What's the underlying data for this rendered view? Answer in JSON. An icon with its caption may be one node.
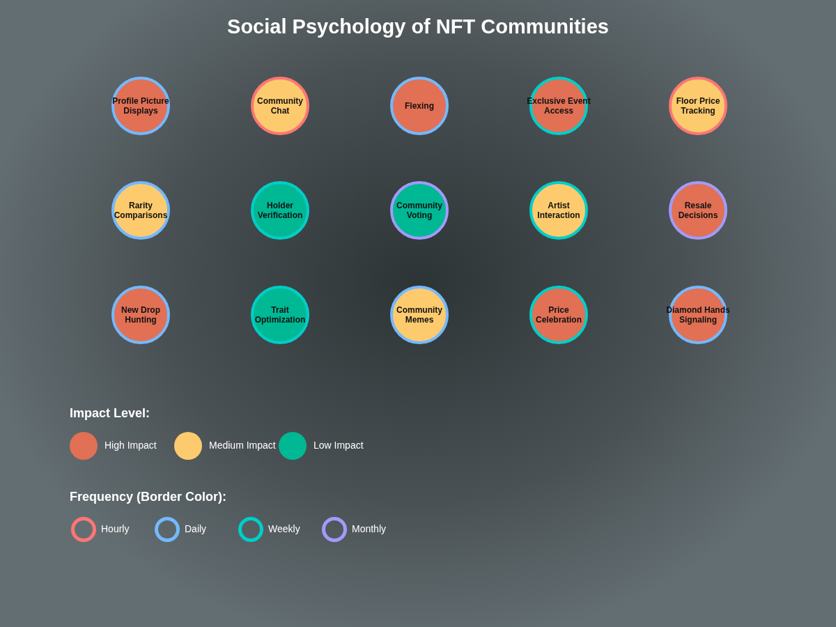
{
  "diagram": {
    "title": "Social Psychology of NFT Communities",
    "nodes": [
      {
        "text": [
          "Profile Picture Displays"
        ]
      },
      {
        "text": [
          "Community Chat"
        ]
      },
      {
        "text": [
          "Flexing"
        ]
      },
      {
        "text": [
          "Exclusive Event Access"
        ]
      },
      {
        "text": [
          "Floor Price Tracking"
        ]
      },
      {
        "text": [
          "Rarity Comparisons"
        ]
      },
      {
        "text": [
          "Holder Verification"
        ]
      },
      {
        "text": [
          "Community Voting"
        ]
      },
      {
        "text": [
          "Artist Interaction"
        ]
      },
      {
        "text": [
          "Resale Decisions"
        ]
      },
      {
        "text": [
          "New Drop Hunting"
        ]
      },
      {
        "text": [
          "Trait Optimization"
        ]
      },
      {
        "text": [
          "Community Memes"
        ]
      },
      {
        "text": [
          "Price Celebration"
        ]
      },
      {
        "text": [
          "Diamond Hands Signaling"
        ]
      }
    ],
    "labels": [
      "Impact Level:",
      "Frequency (Border Color):"
    ],
    "legend": [
      {
        "text": "High Impact",
        "color": "#e17055"
      },
      {
        "text": "Medium Impact",
        "color": "#fdcb6e"
      },
      {
        "text": "Low Impact",
        "color": "#00b894"
      },
      {
        "text": "Hourly",
        "color": "#ff7675"
      },
      {
        "text": "Daily",
        "color": "#74b9ff"
      },
      {
        "text": "Weekly",
        "color": "#00cec9"
      },
      {
        "text": "Monthly",
        "color": "#a29bfe"
      }
    ]
  }
}
